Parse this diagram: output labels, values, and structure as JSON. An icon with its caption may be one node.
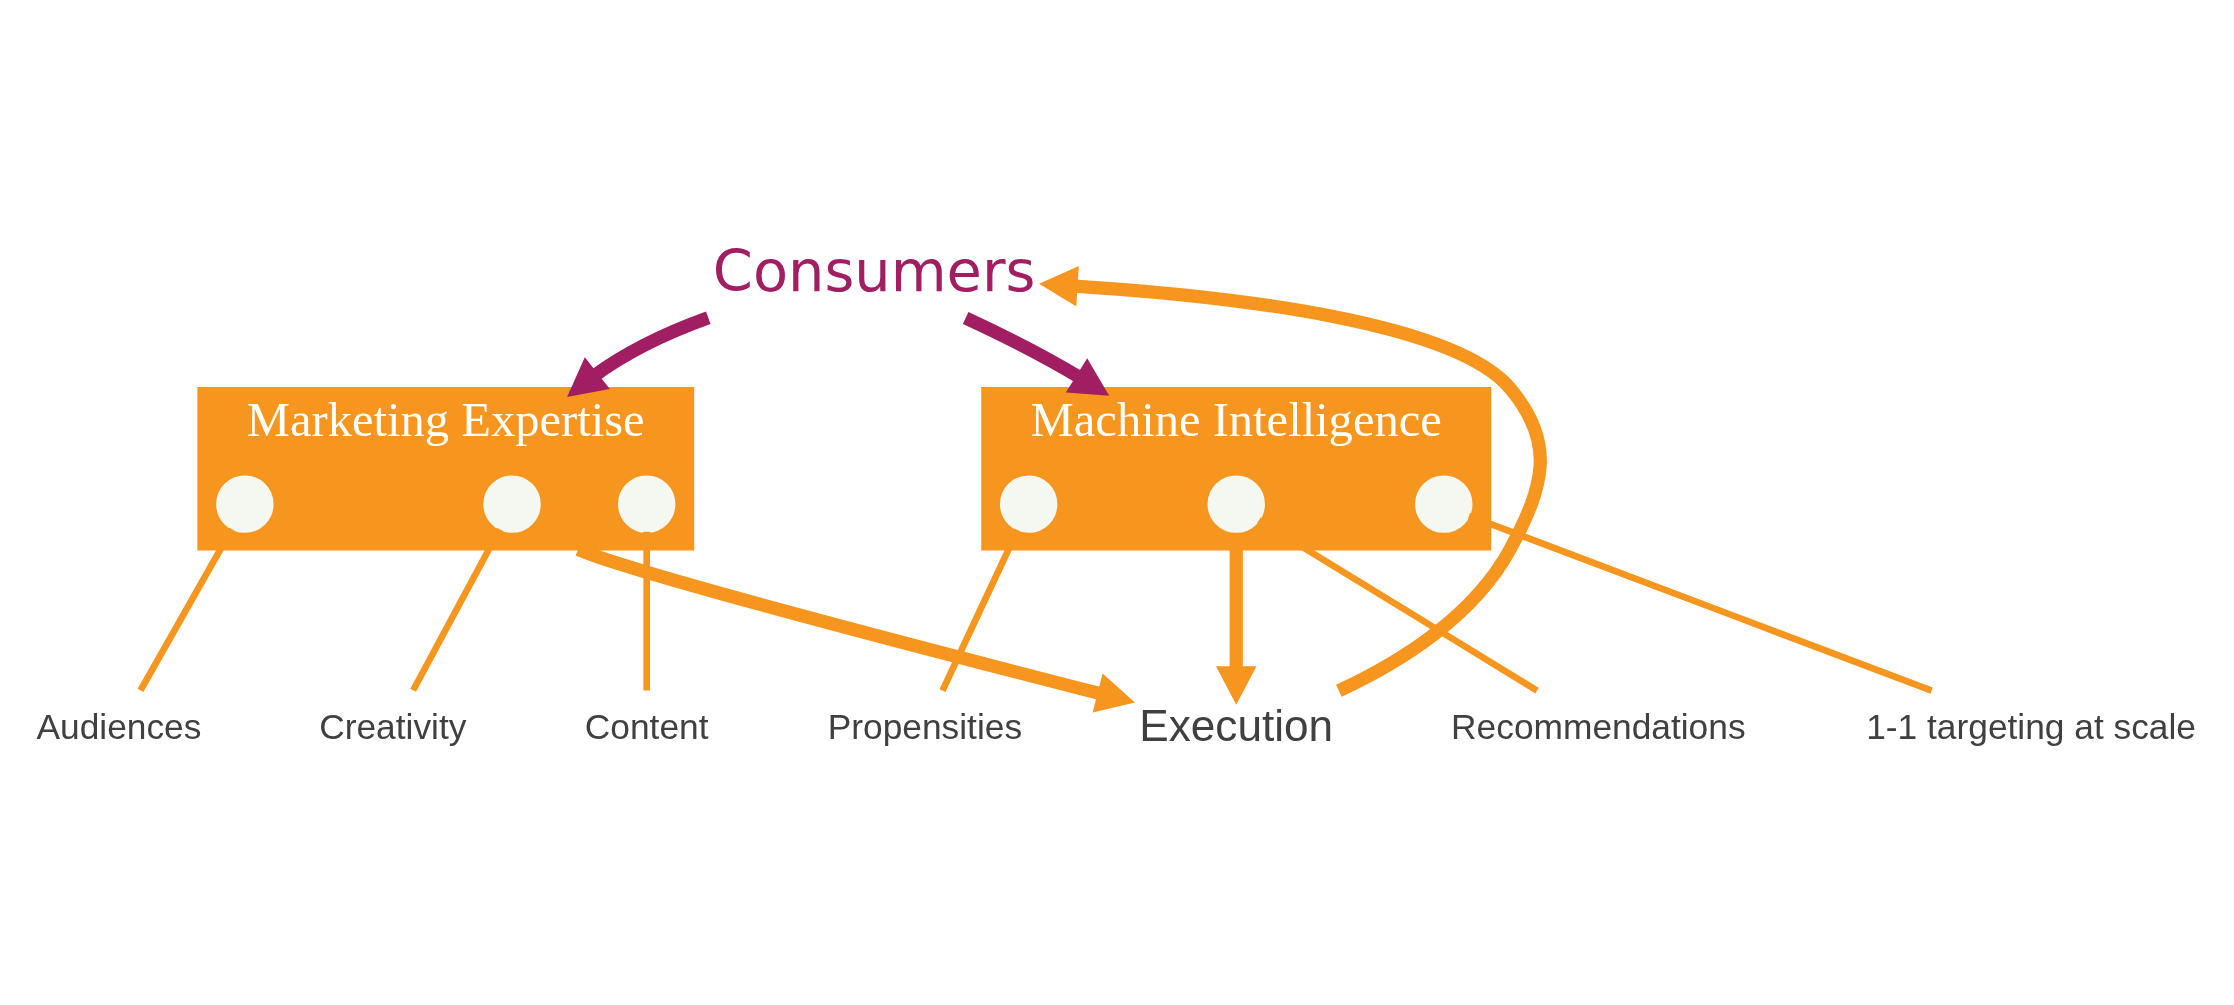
{
  "diagram": {
    "nodes": [
      {
        "text": [
          "Consumers"
        ]
      },
      {
        "text": [
          "Marketing Expertise"
        ]
      },
      {
        "text": [],
        "shape": "circle",
        "in": 1
      },
      {
        "text": [],
        "shape": "circle",
        "in": 1
      },
      {
        "text": [],
        "shape": "circle",
        "in": 1
      },
      {
        "text": [
          "Execution"
        ]
      },
      {
        "text": [
          "Machine Intelligence"
        ]
      },
      {
        "text": [],
        "shape": "circle",
        "in": 6
      },
      {
        "text": [],
        "shape": "circle",
        "in": 6
      },
      {
        "text": [],
        "shape": "circle",
        "in": 6
      },
      {
        "text": [
          "Content"
        ]
      },
      {
        "text": [
          "Creativity"
        ]
      },
      {
        "text": [
          "Audiences"
        ]
      },
      {
        "text": [
          "Propensities"
        ]
      },
      {
        "text": [
          "Recommendations"
        ]
      },
      {
        "text": [
          "1-1 targeting at scale"
        ]
      }
    ],
    "edges": [
      {
        "from": 0,
        "to": 1,
        "arrow": "to",
        "style": "thick",
        "color": "#a21e62"
      },
      {
        "from": 0,
        "to": 6,
        "arrow": "to",
        "style": "thick",
        "color": "#a21e62"
      },
      {
        "from": 5,
        "to": 0,
        "arrow": "to",
        "style": "thick"
      },
      {
        "from": 1,
        "to": 5,
        "arrow": "to",
        "style": "thick"
      },
      {
        "from": 6,
        "to": 5,
        "arrow": "to",
        "style": "thick"
      },
      {
        "from": 2,
        "to": 12,
        "arrow": "none"
      },
      {
        "from": 3,
        "to": 11,
        "arrow": "none"
      },
      {
        "from": 4,
        "to": 10,
        "arrow": "none"
      },
      {
        "from": 7,
        "to": 13,
        "arrow": "none"
      },
      {
        "from": 8,
        "to": 14,
        "arrow": "none"
      },
      {
        "from": 9,
        "to": 15,
        "arrow": "none"
      }
    ]
  }
}
